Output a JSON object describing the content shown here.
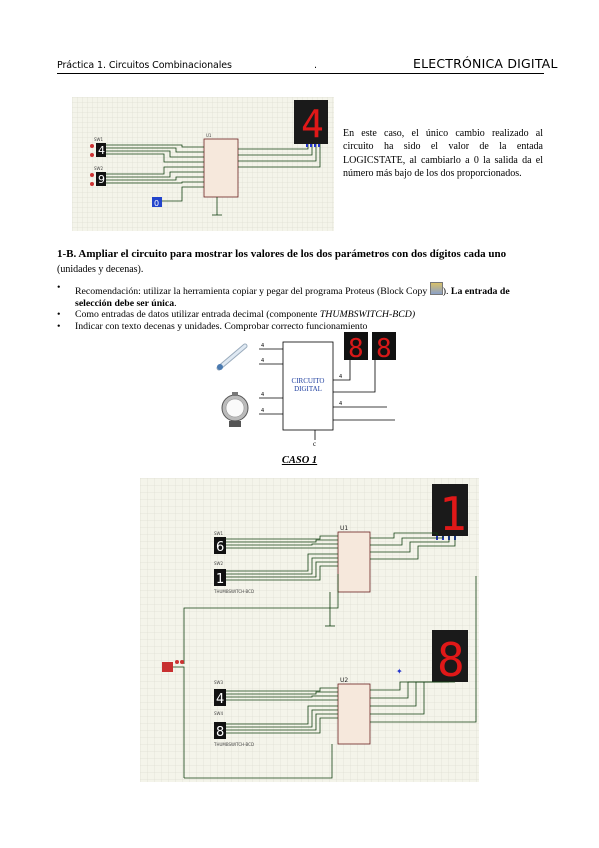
{
  "header": {
    "left": "Práctica 1. Circuitos Combinacionales",
    "dot": ".",
    "right": "ELECTRÓNICA DIGITAL"
  },
  "fig1": {
    "sw1_label": "SW1",
    "sw1_digit": "4",
    "sw2_label": "SW2",
    "sw2_digit": "9",
    "logicstate_value": "0",
    "chip_label": "U1",
    "display_digit": "4"
  },
  "para1": "En este caso, el único cambio realizado al circuito ha sido el valor de la entada LOGICSTATE, al cambiarlo a 0 la salida da el número más bajo de los dos proporcionados.",
  "section": {
    "title": "1-B. Ampliar el circuito para mostrar los valores de los dos parámetros con dos dígitos cada uno",
    "title_suffix": " (unidades y decenas)."
  },
  "bullets": {
    "b1_pre": "Recomendación: utilizar la herramienta copiar y pegar del programa Proteus (Block Copy ",
    "b1_mid": "). ",
    "b1_bold": "La entrada de selección debe ser única",
    "b1_end": ".",
    "b2_pre": "Como entradas de datos utilizar entrada decimal (componente ",
    "b2_italic": "THUMBSWITCH-BCD)",
    "b3": "Indicar con texto decenas y unidades. Comprobar correcto funcionamiento"
  },
  "block": {
    "title_line1": "CIRCUITO",
    "title_line2": "DIGITAL",
    "c_label": "c",
    "bus4": "4"
  },
  "caso": "CASO 1",
  "fig2": {
    "sw1": "SW1",
    "sw1_digit": "6",
    "sw2": "SW2",
    "sw2_digit": "1",
    "sw3": "SW3",
    "sw3_digit": "4",
    "sw4": "SW4",
    "sw4_digit": "8",
    "u1": "U1",
    "u2": "U2",
    "disp1": "1",
    "disp2": "8",
    "thumb": "THUMBSWITCH-BCD"
  }
}
